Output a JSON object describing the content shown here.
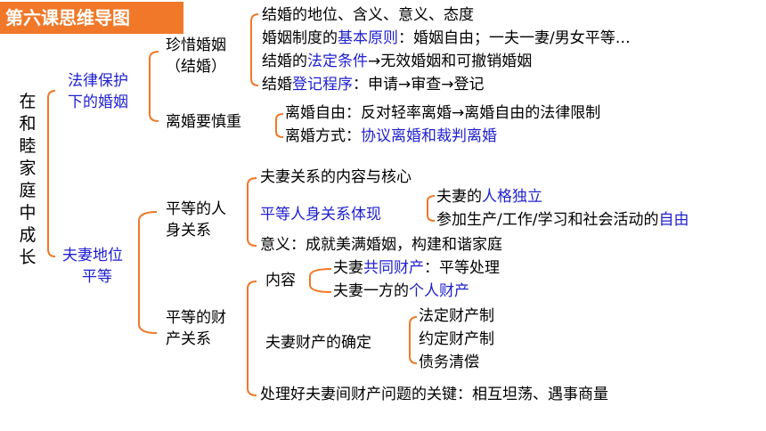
{
  "title": "第六课思维导图",
  "root": "在和睦家庭中成长",
  "branch1": {
    "label_l1": "法律保护",
    "label_l2": "下的婚姻",
    "cherish": {
      "label_l1": "珍惜婚姻",
      "label_l2": "（结婚）",
      "item1": "结婚的地位、含义、意义、态度",
      "item2_a": "婚姻制度的",
      "item2_hl": "基本原则",
      "item2_b": "：婚姻自由；一夫一妻/男女平等…",
      "item3_a": "结婚的",
      "item3_hl": "法定条件",
      "item3_b": "→无效婚姻和可撤销婚姻",
      "item4_a": "结婚",
      "item4_hl": "登记程序",
      "item4_b": "：申请→审查→登记"
    },
    "divorce": {
      "label": "离婚要慎重",
      "item1": "离婚自由：反对轻率离婚→离婚自由的法律限制",
      "item2_a": "离婚方式：",
      "item2_hl": "协议离婚和裁判离婚"
    }
  },
  "branch2": {
    "label_l1": "夫妻地位",
    "label_l2": "平等",
    "personal": {
      "label_l1": "平等的人",
      "label_l2": "身关系",
      "item1": "夫妻关系的内容与核心",
      "item2": "平等人身关系体现",
      "item2_sub1_a": "夫妻的",
      "item2_sub1_hl": "人格独立",
      "item2_sub2_a": "参加生产/工作/学习和社会活动的",
      "item2_sub2_hl": "自由",
      "item3": "意义：成就美满婚姻，构建和谐家庭"
    },
    "property": {
      "label_l1": "平等的财",
      "label_l2": "产关系",
      "content": "内容",
      "content_sub1_a": "夫妻",
      "content_sub1_hl": "共同财产",
      "content_sub1_b": "：平等处理",
      "content_sub2_a": "夫妻一方的",
      "content_sub2_hl": "个人财产",
      "determine": "夫妻财产的确定",
      "determine_sub1": "法定财产制",
      "determine_sub2": "约定财产制",
      "determine_sub3": "债务清偿",
      "key": "处理好夫妻间财产问题的关键：相互坦荡、遇事商量"
    }
  },
  "colors": {
    "banner": "#f07828",
    "bracket": "#f07828",
    "highlight": "#1f1fd0"
  }
}
